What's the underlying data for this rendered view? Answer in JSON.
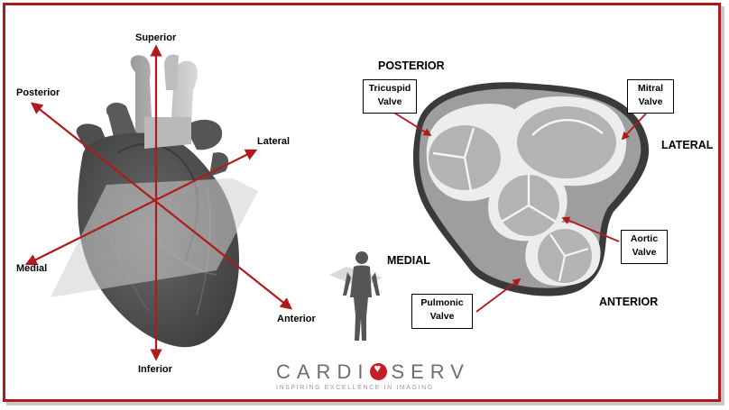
{
  "orientation": {
    "superior": "Superior",
    "inferior": "Inferior",
    "posterior": "Posterior",
    "anterior": "Anterior",
    "lateral": "Lateral",
    "medial": "Medial"
  },
  "valve_view": {
    "posterior": "POSTERIOR",
    "lateral": "LATERAL",
    "anterior": "ANTERIOR",
    "medial": "MEDIAL"
  },
  "callouts": {
    "tricuspid": [
      "Tricuspid",
      "Valve"
    ],
    "mitral": [
      "Mitral",
      "Valve"
    ],
    "aortic": [
      "Aortic",
      "Valve"
    ],
    "pulmonic": [
      "Pulmonic",
      "Valve"
    ]
  },
  "brand": {
    "name_left": "CARDI",
    "name_right": "SERV",
    "tagline": "INSPIRING EXCELLENCE IN IMAGING"
  },
  "colors": {
    "frame": "#b0191e",
    "axis": "#b0191e",
    "brand_red": "#c51f25"
  }
}
